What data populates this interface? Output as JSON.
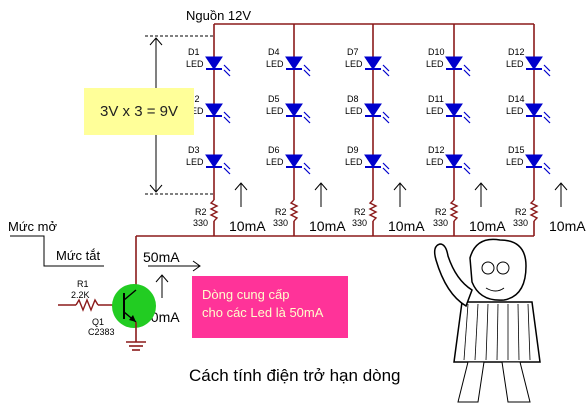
{
  "supply_label": "Nguồn 12V",
  "voltage_box": "3V x 3 = 9V",
  "columns": [
    {
      "leds": [
        "D1",
        "D2",
        "D3"
      ],
      "resistor": [
        "R2",
        "330"
      ],
      "current": "10mA"
    },
    {
      "leds": [
        "D4",
        "D5",
        "D6"
      ],
      "resistor": [
        "R2",
        "330"
      ],
      "current": "10mA"
    },
    {
      "leds": [
        "D7",
        "D8",
        "D9"
      ],
      "resistor": [
        "R2",
        "330"
      ],
      "current": "10mA"
    },
    {
      "leds": [
        "D10",
        "D11",
        "D12"
      ],
      "resistor": [
        "R2",
        "330"
      ],
      "current": "10mA"
    },
    {
      "leds": [
        "D12",
        "D14",
        "D15"
      ],
      "resistor": [
        "R2",
        "330"
      ],
      "current": "10mA"
    }
  ],
  "led_label": "LED",
  "signal_high": "Mức mở",
  "signal_low": "Mức tắt",
  "base_resistor": {
    "name": "R1",
    "value": "2.2K"
  },
  "transistor": {
    "name": "Q1",
    "part": "C2383"
  },
  "total_current_top": "50mA",
  "total_current_bottom": "50mA",
  "supply_box_line1": "Dòng cung cấp",
  "supply_box_line2": "cho các Led là 50mA",
  "caption": "Cách tính điện trở hạn dòng",
  "colors": {
    "wire": "#8b1a1a",
    "led": "#0000cc",
    "transistor": "#22cc22",
    "voltage_box": "#ffff99",
    "supply_box": "#ff3399"
  }
}
